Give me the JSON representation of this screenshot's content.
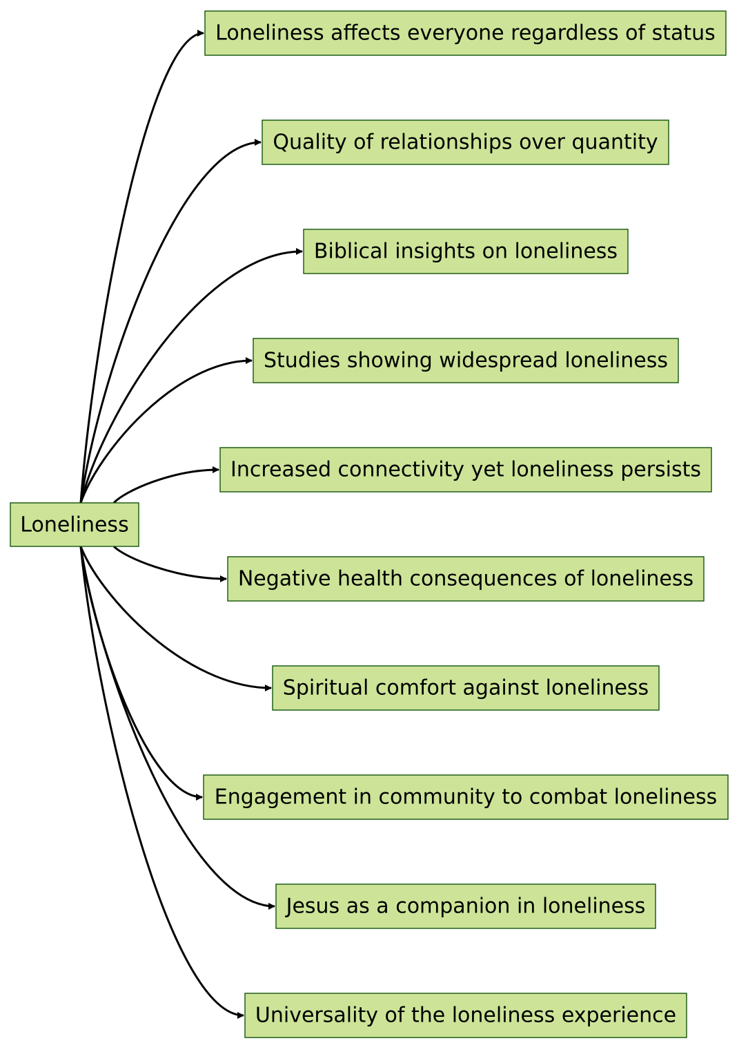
{
  "root": {
    "label": "Loneliness"
  },
  "children": [
    {
      "label": "Loneliness affects everyone regardless of status"
    },
    {
      "label": "Quality of relationships over quantity"
    },
    {
      "label": "Biblical insights on loneliness"
    },
    {
      "label": "Studies showing widespread loneliness"
    },
    {
      "label": "Increased connectivity yet loneliness persists"
    },
    {
      "label": "Negative health consequences of loneliness"
    },
    {
      "label": "Spiritual comfort against loneliness"
    },
    {
      "label": "Engagement in community to combat loneliness"
    },
    {
      "label": "Jesus as a companion in loneliness"
    },
    {
      "label": "Universality of the loneliness experience"
    }
  ],
  "colors": {
    "node_fill": "#cde498",
    "node_border": "#13540c",
    "edge": "#000000",
    "text": "#000000"
  }
}
